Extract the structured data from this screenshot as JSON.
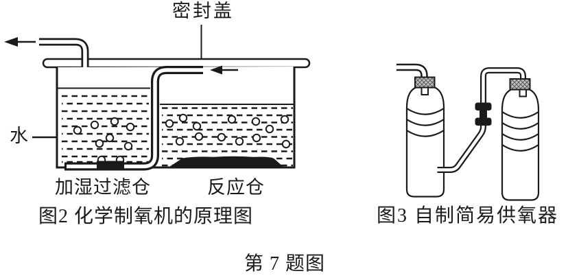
{
  "figure2": {
    "labels": {
      "sealed_lid": "密封盖",
      "water": "水",
      "humidify_filter_chamber": "加湿过滤仓",
      "reaction_chamber": "反应仓"
    },
    "caption": "图2 化学制氧机的原理图"
  },
  "figure3": {
    "caption": "图3 自制简易供氧器"
  },
  "footer_caption": "第 7 题图",
  "icons": {
    "gas_out_arrow": "left-arrow",
    "gas_in_arrow": "left-arrow"
  },
  "colors": {
    "ink": "#1a1a1a",
    "cap_hatch_fill": "#c0c0c0",
    "background": "#ffffff"
  }
}
